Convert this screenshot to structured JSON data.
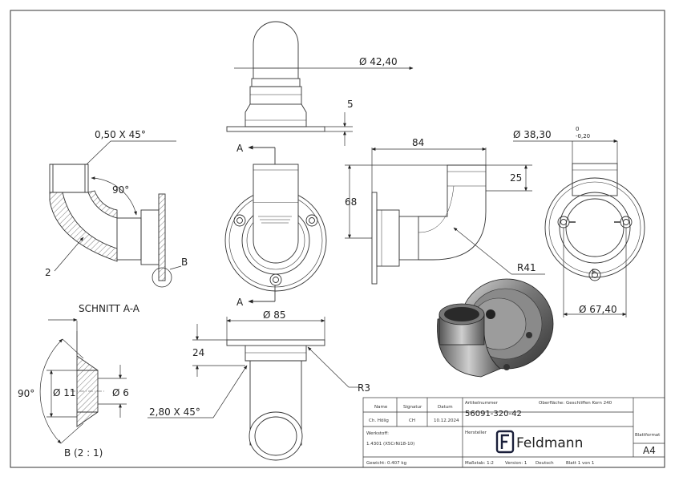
{
  "dimensions": {
    "top_diameter": "Ø 42,40",
    "flange_thickness": "5",
    "chamfer_outer": "0,50 X 45°",
    "angle_section": "90°",
    "wall": "2",
    "detail_label": "B",
    "section_arrow_top": "A",
    "section_arrow_bottom": "A",
    "width": "84",
    "height": "68",
    "pipe_len": "25",
    "radius_bend": "R41",
    "tube_diameter": "Ø 38,30",
    "tol_upper": "0",
    "tol_lower": "-0,20",
    "bolt_circle": "Ø 67,40",
    "section_title": "SCHNITT A-A",
    "detail_angle": "90°",
    "detail_hole": "Ø 11",
    "detail_counter": "Ø 6",
    "detail_caption": "B (2 : 1)",
    "flange_diameter": "Ø 85",
    "flange_height": "24",
    "radius_small": "R3",
    "chamfer_inner": "2,80 X 45°"
  },
  "title_block": {
    "h_name": "Name",
    "h_signature": "Signatur",
    "h_date": "Datum",
    "name": "Ch. Hölig",
    "signature": "CH",
    "date": "10.12.2024",
    "article_label": "Artikelnummer",
    "article_number": "56091-320-42",
    "surface_label": "Oberfläche:",
    "surface_value": "Geschliffen Korn 240",
    "material_label": "Werkstoff:",
    "material_value": "1.4301 (X5CrNi18-10)",
    "manufacturer_label": "Hersteller",
    "logo_text": "Feldmann",
    "format_label": "Blattformat",
    "format_value": "A4",
    "weight": "Gewicht: 0.407 kg",
    "scale": "Maßstab: 1:2",
    "version": "Version: 1",
    "language": "Deutsch",
    "sheet": "Blatt 1 von 1"
  }
}
